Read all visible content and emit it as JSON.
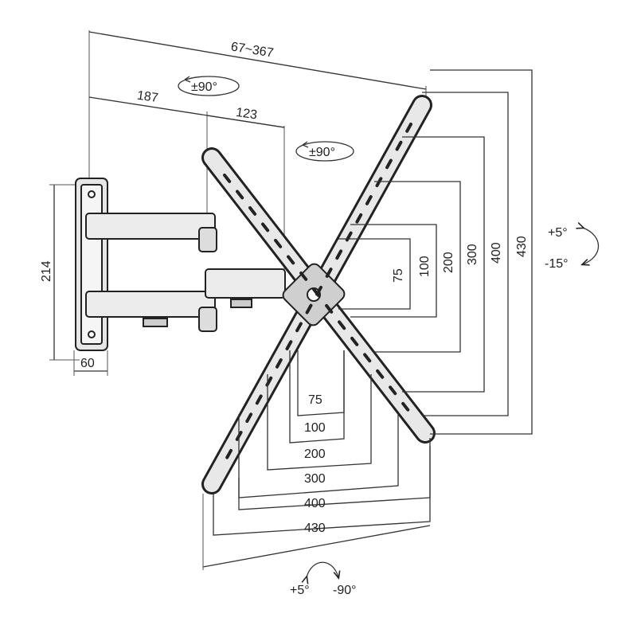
{
  "dimensions": {
    "arm_extension": "67~367",
    "arm_first": "187",
    "arm_second": "123",
    "swivel_top": "±90°",
    "rotation_plate": "±90°",
    "wall_plate_height": "214",
    "wall_plate_depth": "60",
    "tilt_up": "+5°",
    "tilt_down": "-15°",
    "vesa_vertical": [
      "75",
      "100",
      "200",
      "300",
      "400",
      "430"
    ],
    "vesa_horizontal": [
      "75",
      "100",
      "200",
      "300",
      "400",
      "430"
    ],
    "swivel_left": "+5°",
    "swivel_right": "-90°"
  },
  "colors": {
    "line": "#222222",
    "fill": "#d9d9d9"
  }
}
